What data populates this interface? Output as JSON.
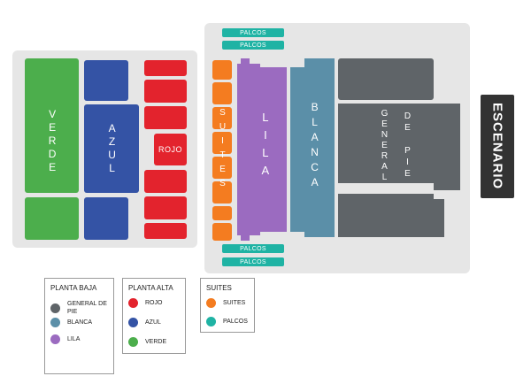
{
  "colors": {
    "verde": "#4cae4c",
    "azul": "#3453a5",
    "rojo": "#e3232d",
    "suites": "#f47c20",
    "lila": "#9b6bc0",
    "blanca": "#5b8fa8",
    "general": "#5f6468",
    "palcos": "#1fb3a4",
    "panel": "#e6e6e6",
    "stage": "#333333"
  },
  "sections": {
    "verde": "VERDE",
    "azul": "AZUL",
    "rojo": "ROJO",
    "suites": "SUITES",
    "lila": "LILA",
    "blanca": "BLANCA",
    "general_1": "GENERAL",
    "general_2": "DE PIE",
    "palcos": "PALCOS",
    "escenario": "ESCENARIO"
  },
  "legends": [
    {
      "title": "PLANTA BAJA",
      "items": [
        {
          "label": "GENERAL DE PIE",
          "color": "#5f6468"
        },
        {
          "label": "BLANCA",
          "color": "#5b8fa8"
        },
        {
          "label": "LILA",
          "color": "#9b6bc0"
        }
      ]
    },
    {
      "title": "PLANTA ALTA",
      "items": [
        {
          "label": "ROJO",
          "color": "#e3232d"
        },
        {
          "label": "AZUL",
          "color": "#3453a5"
        },
        {
          "label": "VERDE",
          "color": "#4cae4c"
        }
      ]
    },
    {
      "title": "SUITES",
      "items": [
        {
          "label": "SUITES",
          "color": "#f47c20"
        },
        {
          "label": "PALCOS",
          "color": "#1fb3a4"
        }
      ]
    }
  ]
}
